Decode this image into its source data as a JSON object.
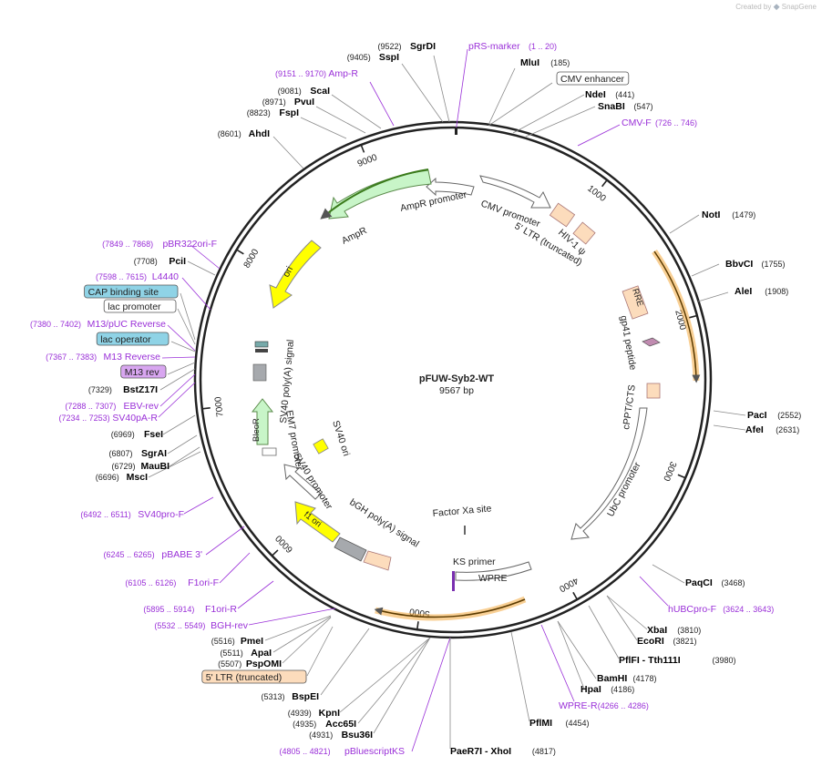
{
  "credit": {
    "prefix": "Created by",
    "brand": "SnapGene"
  },
  "map": {
    "name": "pFUW-Syb2-WT",
    "length_label": "9567 bp",
    "length": 9567,
    "ticks": [
      {
        "pos": 1000,
        "label": "1000"
      },
      {
        "pos": 2000,
        "label": "2000"
      },
      {
        "pos": 3000,
        "label": "3000"
      },
      {
        "pos": 4000,
        "label": "4000"
      },
      {
        "pos": 5000,
        "label": "5000"
      },
      {
        "pos": 6000,
        "label": "6000"
      },
      {
        "pos": 7000,
        "label": "7000"
      },
      {
        "pos": 8000,
        "label": "8000"
      },
      {
        "pos": 9000,
        "label": "9000"
      }
    ],
    "colors": {
      "primer": "#9a30d8",
      "enzyme": "#000000",
      "arrow_green": "#c8f5c8",
      "arrow_yellow": "#ffff00",
      "arrow_orange": "#f3a22c",
      "box_peach": "#fcdcbc",
      "box_gray": "#a6a9ad",
      "feature_blue": "#8fd3e6",
      "feature_purple": "#d8a6f0"
    }
  },
  "labels": [
    {
      "pos": "(9522)",
      "name": "SgrDI",
      "kind": "enzyme"
    },
    {
      "pos": "(9405)",
      "name": "SspI",
      "kind": "enzyme"
    },
    {
      "pos": "(9151 .. 9170)",
      "name": "Amp-R",
      "kind": "primer"
    },
    {
      "pos": "(9081)",
      "name": "ScaI",
      "kind": "enzyme"
    },
    {
      "pos": "(8971)",
      "name": "PvuI",
      "kind": "enzyme"
    },
    {
      "pos": "(8823)",
      "name": "FspI",
      "kind": "enzyme"
    },
    {
      "pos": "(8601)",
      "name": "AhdI",
      "kind": "enzyme"
    },
    {
      "pos": "(7849 .. 7868)",
      "name": "pBR322ori-F",
      "kind": "primer"
    },
    {
      "pos": "(7708)",
      "name": "PciI",
      "kind": "enzyme"
    },
    {
      "pos": "(7598 .. 7615)",
      "name": "L4440",
      "kind": "primer"
    },
    {
      "pos": "",
      "name": "CAP binding site",
      "kind": "boxed-blue"
    },
    {
      "pos": "",
      "name": "lac promoter",
      "kind": "boxed-white"
    },
    {
      "pos": "(7380 .. 7402)",
      "name": "M13/pUC Reverse",
      "kind": "primer"
    },
    {
      "pos": "",
      "name": "lac operator",
      "kind": "boxed-blue"
    },
    {
      "pos": "(7367 .. 7383)",
      "name": "M13 Reverse",
      "kind": "primer"
    },
    {
      "pos": "",
      "name": "M13 rev",
      "kind": "boxed-purple"
    },
    {
      "pos": "(7329)",
      "name": "BstZ17I",
      "kind": "enzyme"
    },
    {
      "pos": "(7288 .. 7307)",
      "name": "EBV-rev",
      "kind": "primer"
    },
    {
      "pos": "(7234 .. 7253)",
      "name": "SV40pA-R",
      "kind": "primer"
    },
    {
      "pos": "(6969)",
      "name": "FseI",
      "kind": "enzyme"
    },
    {
      "pos": "(6807)",
      "name": "SgrAI",
      "kind": "enzyme"
    },
    {
      "pos": "(6729)",
      "name": "MauBI",
      "kind": "enzyme"
    },
    {
      "pos": "(6696)",
      "name": "MscI",
      "kind": "enzyme"
    },
    {
      "pos": "(6492 .. 6511)",
      "name": "SV40pro-F",
      "kind": "primer"
    },
    {
      "pos": "(6245 .. 6265)",
      "name": "pBABE 3'",
      "kind": "primer"
    },
    {
      "pos": "(6105 .. 6126)",
      "name": "F1ori-F",
      "kind": "primer"
    },
    {
      "pos": "(5895 .. 5914)",
      "name": "F1ori-R",
      "kind": "primer"
    },
    {
      "pos": "(5532 .. 5549)",
      "name": "BGH-rev",
      "kind": "primer"
    },
    {
      "pos": "(5516)",
      "name": "PmeI",
      "kind": "enzyme"
    },
    {
      "pos": "(5511)",
      "name": "ApaI",
      "kind": "enzyme"
    },
    {
      "pos": "(5507)",
      "name": "PspOMI",
      "kind": "enzyme"
    },
    {
      "pos": "",
      "name": "5' LTR (truncated)",
      "kind": "boxed-peach"
    },
    {
      "pos": "(5313)",
      "name": "BspEI",
      "kind": "enzyme"
    },
    {
      "pos": "(4939)",
      "name": "KpnI",
      "kind": "enzyme"
    },
    {
      "pos": "(4935)",
      "name": "Acc65I",
      "kind": "enzyme"
    },
    {
      "pos": "(4931)",
      "name": "Bsu36I",
      "kind": "enzyme"
    },
    {
      "pos": "(4805 .. 4821)",
      "name": "pBluescriptKS",
      "kind": "primer"
    },
    {
      "pos": "(4817)",
      "name": "PaeR7I - XhoI",
      "kind": "enzyme"
    },
    {
      "pos": "(4454)",
      "name": "PflMI",
      "kind": "enzyme"
    },
    {
      "pos": "(4266 .. 4286)",
      "name": "WPRE-R",
      "kind": "primer"
    },
    {
      "pos": "(4186)",
      "name": "HpaI",
      "kind": "enzyme"
    },
    {
      "pos": "(4178)",
      "name": "BamHI",
      "kind": "enzyme"
    },
    {
      "pos": "(3980)",
      "name": "PflFI - Tth111I",
      "kind": "enzyme"
    },
    {
      "pos": "(3821)",
      "name": "EcoRI",
      "kind": "enzyme"
    },
    {
      "pos": "(3810)",
      "name": "XbaI",
      "kind": "enzyme"
    },
    {
      "pos": "(3624 .. 3643)",
      "name": "hUBCpro-F",
      "kind": "primer"
    },
    {
      "pos": "(3468)",
      "name": "PaqCI",
      "kind": "enzyme"
    },
    {
      "pos": "(2631)",
      "name": "AfeI",
      "kind": "enzyme"
    },
    {
      "pos": "(2552)",
      "name": "PacI",
      "kind": "enzyme"
    },
    {
      "pos": "(1908)",
      "name": "AleI",
      "kind": "enzyme"
    },
    {
      "pos": "(1755)",
      "name": "BbvCI",
      "kind": "enzyme"
    },
    {
      "pos": "(1479)",
      "name": "NotI",
      "kind": "enzyme"
    },
    {
      "pos": "(726 .. 746)",
      "name": "CMV-F",
      "kind": "primer"
    },
    {
      "pos": "(547)",
      "name": "SnaBI",
      "kind": "enzyme"
    },
    {
      "pos": "(441)",
      "name": "NdeI",
      "kind": "enzyme"
    },
    {
      "pos": "",
      "name": "CMV enhancer",
      "kind": "boxed-white"
    },
    {
      "pos": "(185)",
      "name": "MluI",
      "kind": "enzyme"
    },
    {
      "pos": "(1 .. 20)",
      "name": "pRS-marker",
      "kind": "primer"
    }
  ],
  "features": [
    {
      "name": "AmpR promoter"
    },
    {
      "name": "AmpR"
    },
    {
      "name": "ori"
    },
    {
      "name": "SV40 poly(A) signal"
    },
    {
      "name": "EM7 promoter"
    },
    {
      "name": "BleoR"
    },
    {
      "name": "SV40 ori"
    },
    {
      "name": "SV40 promoter"
    },
    {
      "name": "f1 ori"
    },
    {
      "name": "bGH poly(A) signal"
    },
    {
      "name": "KS primer"
    },
    {
      "name": "WPRE"
    },
    {
      "name": "Factor Xa site"
    },
    {
      "name": "UbC promoter"
    },
    {
      "name": "cPPT/CTS"
    },
    {
      "name": "gp41 peptide"
    },
    {
      "name": "RRE"
    },
    {
      "name": "CMV promoter"
    },
    {
      "name": "5' LTR (truncated)"
    },
    {
      "name": "HIV-1 ψ"
    }
  ]
}
